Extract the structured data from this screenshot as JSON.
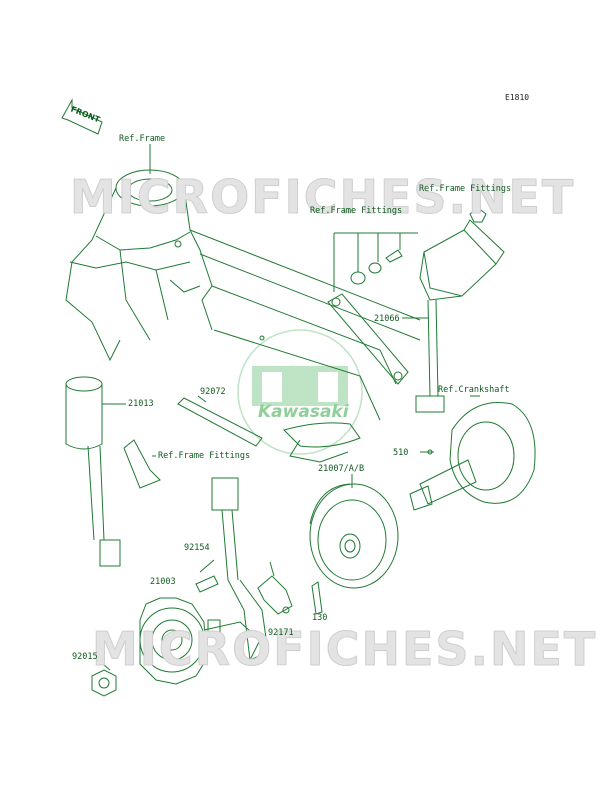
{
  "diagram_code": "E1810",
  "front_label": "FRONT",
  "watermark_text": "MICROFICHES.NET",
  "brand_text": "Kawasaki",
  "colors": {
    "line": "#1f7a33",
    "label": "#0f5a1e",
    "logo": "#8fcf9a",
    "watermark": "#e3e3e3"
  },
  "labels": {
    "ref_frame": "Ref.Frame",
    "ref_frame_fittings_top": "Ref.Frame Fittings",
    "ref_frame_fittings_mid": "Ref.Frame Fittings",
    "ref_frame_fittings_left": "Ref.Frame Fittings",
    "ref_crankshaft": "Ref.Crankshaft",
    "p21066": "21066",
    "p21013": "21013",
    "p92072": "92072",
    "p21007": "21007/A/B",
    "p510": "510",
    "p92154": "92154",
    "p21003": "21003",
    "p92171": "92171",
    "p130": "130",
    "p92015": "92015"
  }
}
